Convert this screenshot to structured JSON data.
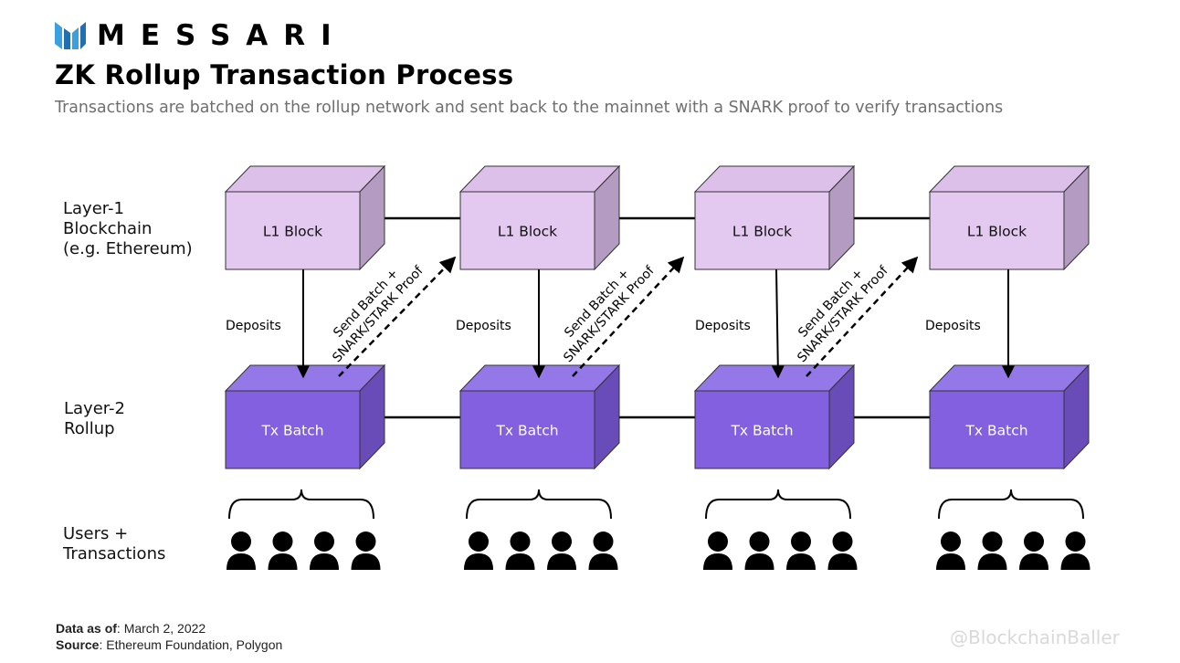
{
  "brand": {
    "name": "MESSARI"
  },
  "title": "ZK Rollup Transaction Process",
  "subtitle": "Transactions are batched on the rollup network and sent back to the mainnet with a SNARK proof to verify transactions",
  "rows": {
    "layer1": [
      "Layer-1",
      "Blockchain",
      "(e.g. Ethereum)"
    ],
    "layer2": [
      "Layer-2",
      "Rollup"
    ],
    "users": [
      "Users +",
      "Transactions"
    ]
  },
  "l1_block_label": "L1 Block",
  "tx_batch_label": "Tx Batch",
  "deposits_label": "Deposits",
  "proof_label": [
    "Send Batch +",
    "SNARK/STARK Proof"
  ],
  "columns": 4,
  "colors": {
    "l1_front": "#e3c9f0",
    "l1_top": "#dcc0ea",
    "l1_side": "#b39bc1",
    "l2_front": "#8360e0",
    "l2_top": "#9478e8",
    "l2_side": "#6a4cb8",
    "subtitle": "#6f6f6f"
  },
  "footer": {
    "date_label": "Data as of",
    "date_value": ": March 2, 2022",
    "source_label": "Source",
    "source_value": ": Ethereum Foundation, Polygon"
  },
  "watermark": "@BlockchainBaller"
}
